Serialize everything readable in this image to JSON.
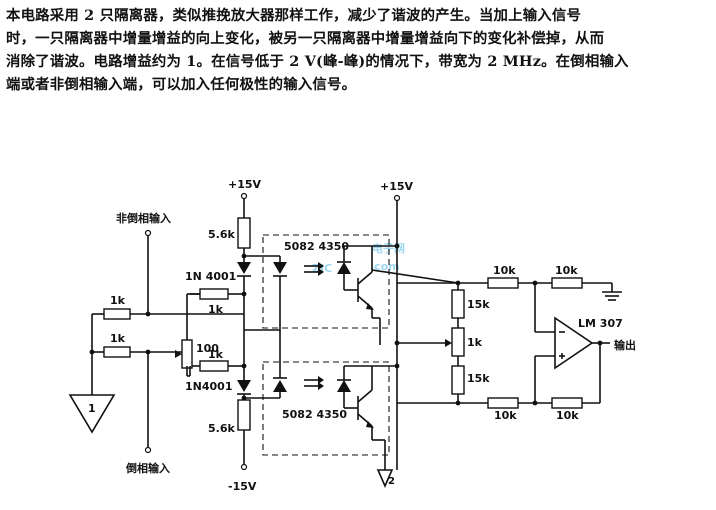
{
  "description": {
    "lines": [
      "本电路采用 2 只隔离器，类似推挽放大器那样工作，减少了谐波的产生。当加上输入信号",
      "时，一只隔离器中增量增益的向上变化，被另一只隔离器中增量增益向下的变化补偿掉，从而",
      "消除了谐波。电路增益约为 1。在信号低于 2 V(峰-峰)的情况下，带宽为 2 MHz。在倒相输入",
      "端或者非倒相输入端，可以加入任何极性的输入信号。"
    ]
  },
  "diagram": {
    "labels": {
      "plus15_left": "+15V",
      "plus15_right": "+15V",
      "minus15": "-15V",
      "noninv_input": "非倒相输入",
      "inv_input": "倒相输入",
      "r_top_5k6": "5.6k",
      "r_bot_5k6": "5.6k",
      "diode_top": "1N 4001",
      "diode_bot": "1N4001",
      "r_1k_a": "1k",
      "r_1k_b": "1k",
      "r_1k_top_small": "1k",
      "r_1k_bot_small": "1k",
      "pot_100": "100",
      "iso_top": "5082 4350",
      "iso_bot": "5082 4350",
      "r_15k_top": "15k",
      "r_15k_bot": "15k",
      "pot_1k": "1k",
      "r_10k_1": "10k",
      "r_10k_2": "10k",
      "r_10k_3": "10k",
      "r_10k_4": "10k",
      "opamp": "LM 307",
      "output": "输出",
      "source_1": "1",
      "ground_2": "2"
    },
    "watermark": {
      "logo": "ZIC",
      "cn": "电子网",
      "domain": ".com"
    }
  }
}
